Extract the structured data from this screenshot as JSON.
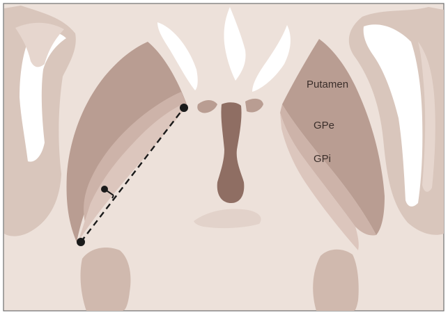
{
  "labels": {
    "putamen": "Putamen",
    "gpe": "GPe",
    "gpi": "GPi"
  },
  "colors": {
    "background": "#ede1da",
    "border": "#6e6e6e",
    "cortex": "#d9c6bc",
    "sulcus": "#ffffff",
    "putamen": "#b99d92",
    "gpe": "#cdb3a9",
    "gpi": "#dcc6bd",
    "third_ventricle": "#8f6e63",
    "marker": "#1a1a1a"
  }
}
